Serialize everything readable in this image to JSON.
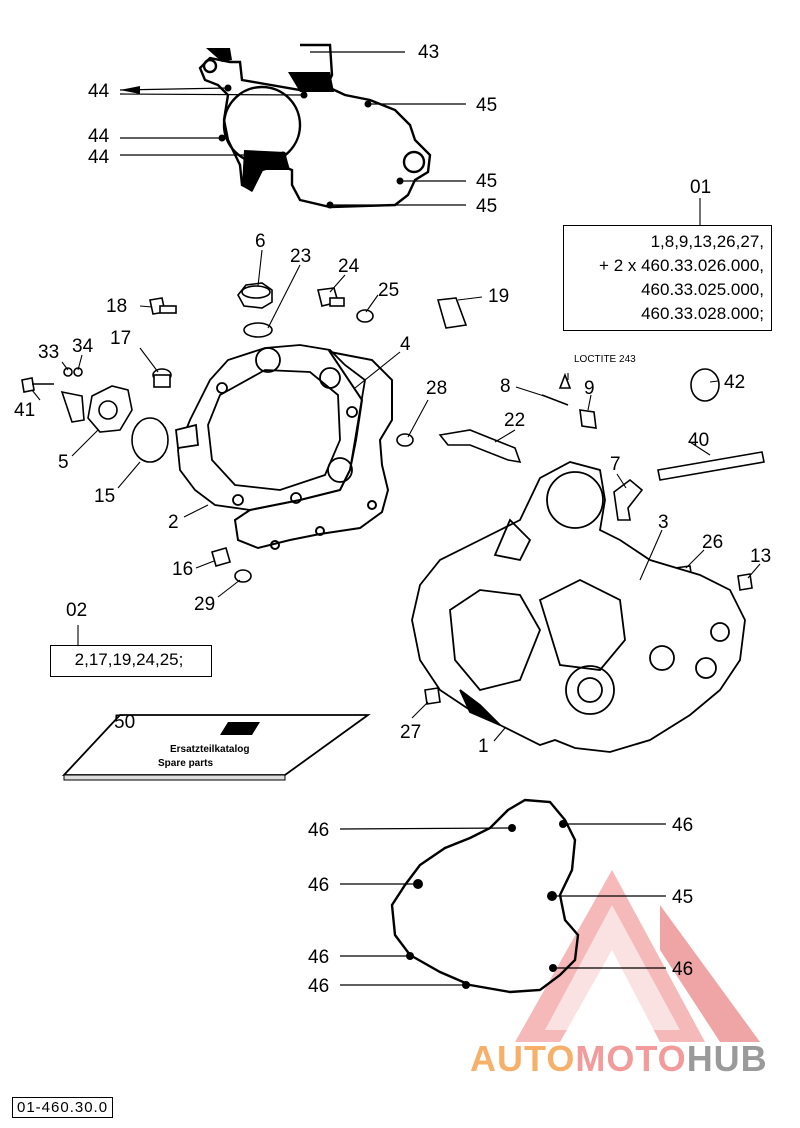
{
  "callouts": {
    "c43": "43",
    "c44a": "44",
    "c44b": "44",
    "c44c": "44",
    "c45a": "45",
    "c45b": "45",
    "c45c": "45",
    "c6": "6",
    "c23": "23",
    "c24": "24",
    "c25": "25",
    "c19": "19",
    "c18": "18",
    "c4": "4",
    "c34": "34",
    "c33": "33",
    "c17": "17",
    "c41": "41",
    "c5": "5",
    "c15": "15",
    "c2": "2",
    "c16": "16",
    "c29": "29",
    "c28": "28",
    "c8": "8",
    "c9": "9",
    "c22": "22",
    "c42": "42",
    "c40": "40",
    "c7": "7",
    "c3": "3",
    "c26": "26",
    "c13": "13",
    "c27": "27",
    "c1": "1",
    "c50": "50",
    "c02": "02",
    "c01": "01",
    "c46a": "46",
    "c46b": "46",
    "c46c": "46",
    "c46d": "46",
    "c46e": "46",
    "c46f": "46",
    "c45d": "45"
  },
  "loctite_label": "LOCTITE 243",
  "kit_01": {
    "line1": "1,8,9,13,26,27,",
    "line2": "+ 2 x 460.33.026.000,",
    "line3": "460.33.025.000,",
    "line4": "460.33.028.000;"
  },
  "kit_02": {
    "line1": "2,17,19,24,25;"
  },
  "manual_cover": {
    "line1": "Ersatzteilkatalog",
    "line2": "Spare parts"
  },
  "drawing_code": "01-460.30.0",
  "watermark": {
    "part1": "AUTO",
    "part2": "MOTO",
    "part3": "HUB"
  },
  "colors": {
    "line": "#000000",
    "watermark_orange": "#f6b06a",
    "watermark_red": "#f39a9a",
    "watermark_gray": "#9a9a9a"
  }
}
